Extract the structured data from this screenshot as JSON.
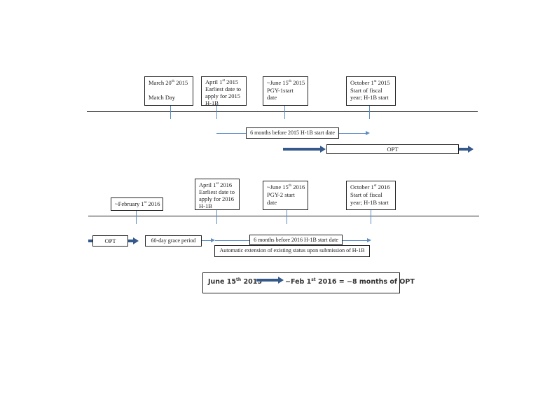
{
  "timeline_2015": {
    "boxes": [
      {
        "line1_a": "March 20",
        "line1_sup": "th",
        "line1_b": " 2015",
        "line2": "",
        "line3": "Match Day",
        "line4": ""
      },
      {
        "line1_a": "April 1",
        "line1_sup": "st",
        "line1_b": " 2015",
        "line2": "Earliest date to",
        "line3": "apply for 2015",
        "line4": "H-1B"
      },
      {
        "line1_a": "~June 15",
        "line1_sup": "th",
        "line1_b": " 2015",
        "line2": "PGY-1start",
        "line3": "date",
        "line4": ""
      },
      {
        "line1_a": "October 1",
        "line1_sup": "st",
        "line1_b": " 2015",
        "line2": "Start of fiscal",
        "line3": "year; H-1B start",
        "line4": ""
      }
    ],
    "six_months_label": "6 months before 2015 H-1B start date",
    "opt_label": "OPT"
  },
  "timeline_2016": {
    "boxes": [
      {
        "line1_a": "~February 1",
        "line1_sup": "st",
        "line1_b": " 2016"
      },
      {
        "line1_a": "April 1",
        "line1_sup": "st",
        "line1_b": " 2016",
        "line2": "Earliest date to",
        "line3": "apply for 2016",
        "line4": "H-1B"
      },
      {
        "line1_a": "~June 15",
        "line1_sup": "th",
        "line1_b": " 2016",
        "line2": "PGY-2 start",
        "line3": "date"
      },
      {
        "line1_a": "October 1",
        "line1_sup": "st",
        "line1_b": " 2016",
        "line2": "Start of fiscal",
        "line3": "year; H-1B start"
      }
    ],
    "opt_label": "OPT",
    "grace_label": "60-day grace period",
    "six_months_label": "6 months before 2016 H-1B start date",
    "extension_label": "Automatic extension of existing status upon submission of H-1B"
  },
  "summary": {
    "start_a": "June 15",
    "start_sup": "th",
    "start_b": " 2015",
    "end_a": "~Feb 1",
    "end_sup": "st",
    "end_b": " 2016 = ~8 months of OPT"
  },
  "colors": {
    "thin_arrow": "#5b8cc4",
    "thick_arrow": "#34598a",
    "line": "#222222"
  }
}
